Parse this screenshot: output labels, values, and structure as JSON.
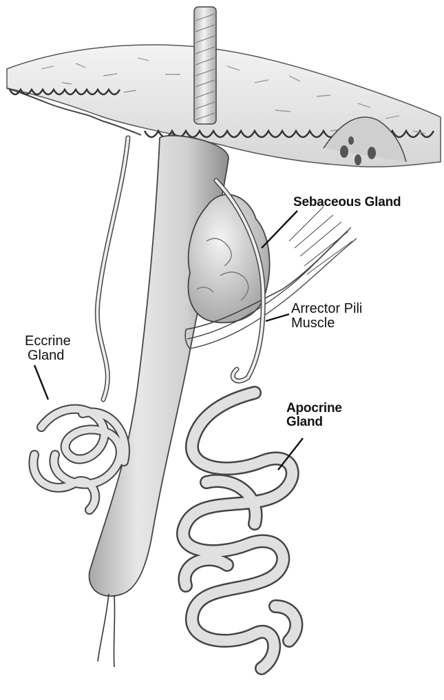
{
  "labels": {
    "sebaceous_gland": "Sebaceous Gland",
    "arrector_pili_line1": "Arrector Pili",
    "arrector_pili_line2": "Muscle",
    "eccrine_line1": "Eccrine",
    "eccrine_line2": "Gland",
    "apocrine_line1": "Apocrine",
    "apocrine_line2": "Gland"
  },
  "colors": {
    "background": "#ffffff",
    "skin_fill": "#ebebeb",
    "tissue_fill": "#e4e4e4",
    "shadow": "#9a9a9a",
    "ink": "#111111"
  }
}
